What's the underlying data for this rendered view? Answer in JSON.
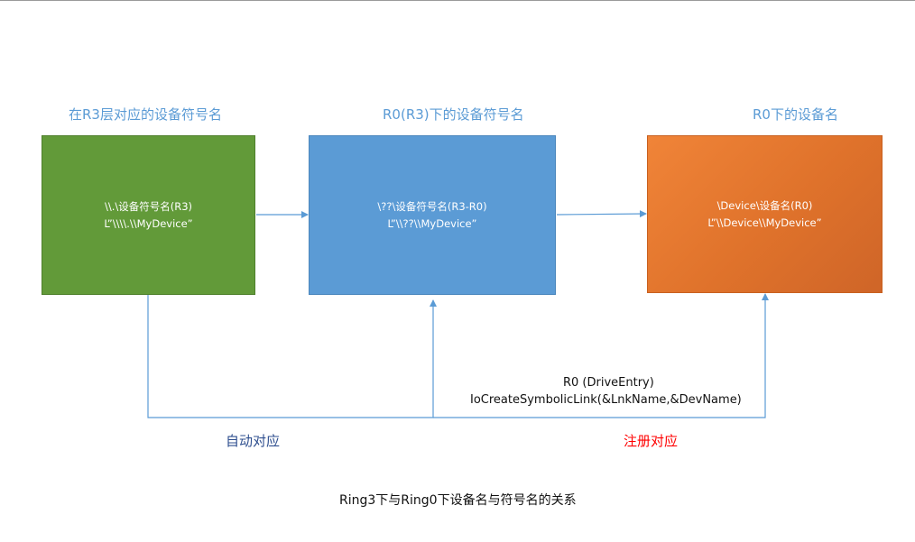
{
  "colors": {
    "title_blue": "#5b9bd5",
    "green_box": "#629a39",
    "blue_box": "#5b9bd5",
    "orange_box": "#e8782f",
    "connector": "#5b9bd5",
    "auto_label": "#2f4f8f",
    "register_label": "#ff0000"
  },
  "titles": {
    "r3": "在R3层对应的设备符号名",
    "r0_r3": "R0(R3)下的设备符号名",
    "r0": "R0下的设备名"
  },
  "boxes": {
    "green": {
      "line1": "\\\\.\\设备符号名(R3)",
      "line2": "L”\\\\\\\\.\\\\MyDevice”"
    },
    "blue": {
      "line1": "\\??\\设备符号名(R3-R0)",
      "line2": "L”\\\\??\\\\MyDevice”"
    },
    "orange": {
      "line1": "\\Device\\设备名(R0)",
      "line2": "L”\\\\Device\\\\MyDevice”"
    }
  },
  "annotations": {
    "call_line1": "R0 (DriveEntry)",
    "call_line2": "IoCreateSymbolicLink(&LnkName,&DevName)",
    "auto": "自动对应",
    "register": "注册对应"
  },
  "caption": "Ring3下与Ring0下设备名与符号名的关系"
}
